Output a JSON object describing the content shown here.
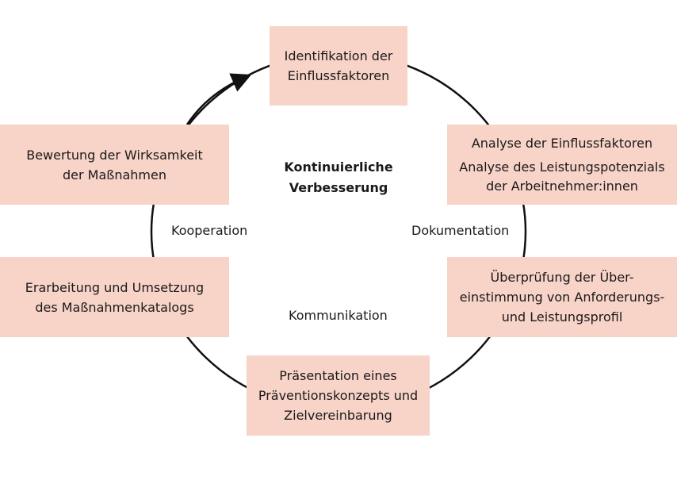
{
  "center": {
    "title_line1": "Kontinuierliche",
    "title_line2": "Verbesserung"
  },
  "steps": {
    "identifikation": [
      "Identifikation der",
      "Einflussfaktoren"
    ],
    "analyse": [
      "Analyse der Einflussfaktoren",
      "Analyse des Leistungspotenzials",
      "der Arbeitnehmer:innen"
    ],
    "ueberpruefung": [
      "Überprüfung der Über-",
      "einstimmung von Anforderungs-",
      "und Leistungsprofil"
    ],
    "praesentation": [
      "Präsentation eines",
      "Präventionskonzepts und",
      "Zielvereinbarung"
    ],
    "erarbeitung": [
      "Erarbeitung und Umsetzung",
      "des Maßnahmenkatalogs"
    ],
    "bewertung": [
      "Bewertung der Wirksamkeit",
      "der Maßnahmen"
    ]
  },
  "labels": {
    "kooperation": "Kooperation",
    "dokumentation": "Dokumentation",
    "kommunikation": "Kommunikation"
  },
  "colors": {
    "box_fill": "#f8d3c8",
    "ring": "#111111"
  }
}
